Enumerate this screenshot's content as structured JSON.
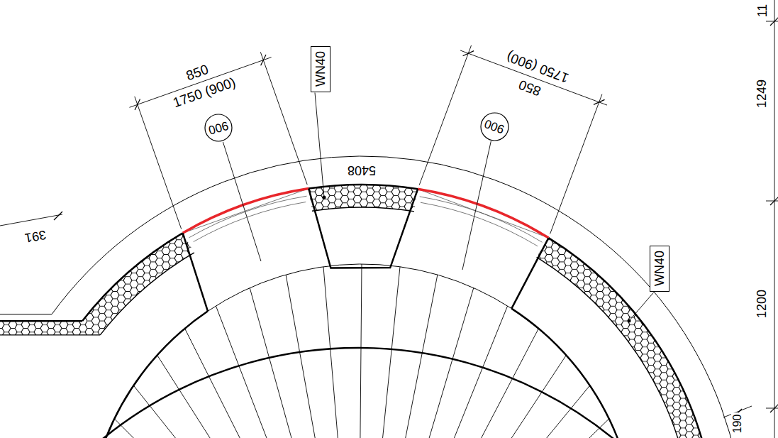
{
  "diagram": {
    "nodes": [
      {
        "text": [
          "900"
        ]
      },
      {
        "text": [
          "WN40"
        ]
      },
      {
        "text": [
          "900"
        ]
      },
      {
        "text": [
          "WN40"
        ]
      }
    ],
    "labels": [
      "850",
      "1750 (900)",
      "1750 (900)",
      "850",
      "5408",
      "391",
      "11",
      "1249",
      "1200",
      "190"
    ]
  }
}
